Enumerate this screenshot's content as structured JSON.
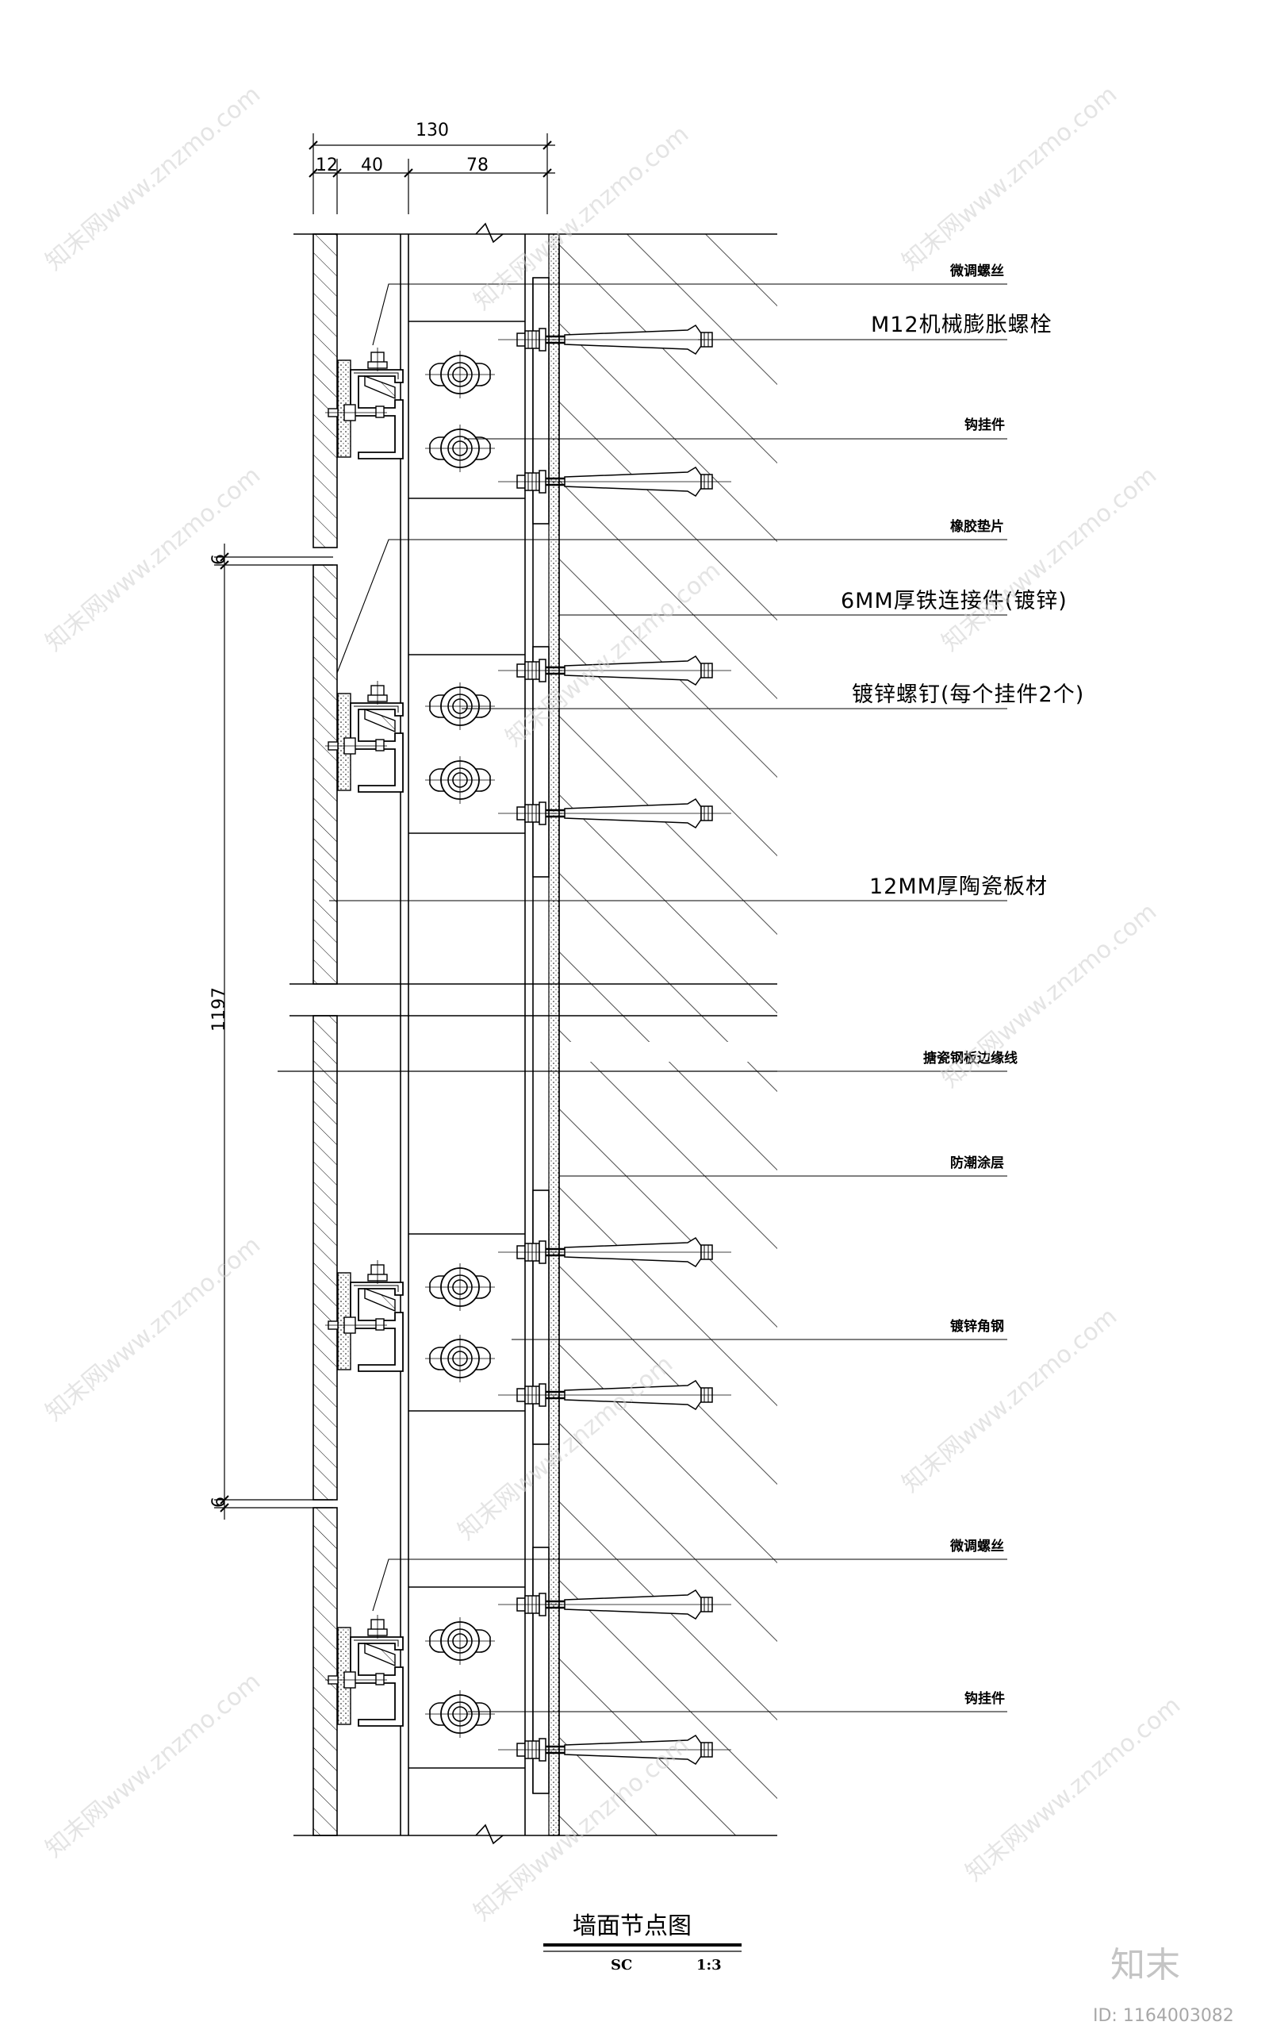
{
  "dimensions": {
    "total": "130",
    "seg1": "12",
    "seg2": "40",
    "seg3": "78",
    "height": "1197",
    "gap_top": "6",
    "gap_bottom": "6"
  },
  "labels": [
    {
      "id": "micro-screw-top",
      "text": "微调螺丝",
      "big": false
    },
    {
      "id": "m12-bolt",
      "text": "M12机械膨胀螺栓",
      "big": true
    },
    {
      "id": "hook-top",
      "text": "钩挂件",
      "big": false
    },
    {
      "id": "rubber-pad",
      "text": "橡胶垫片",
      "big": false
    },
    {
      "id": "connector-6mm",
      "text": "6MM厚铁连接件(镀锌)",
      "big": true
    },
    {
      "id": "galv-screw",
      "text": "镀锌螺钉(每个挂件2个)",
      "big": true
    },
    {
      "id": "ceramic-12mm",
      "text": "12MM厚陶瓷板材",
      "big": true
    },
    {
      "id": "edge-line",
      "text": "搪瓷钢板边缘线",
      "big": false
    },
    {
      "id": "moisture-coat",
      "text": "防潮涂层",
      "big": false
    },
    {
      "id": "galv-angle",
      "text": "镀锌角钢",
      "big": false
    },
    {
      "id": "micro-screw-bottom",
      "text": "微调螺丝",
      "big": false
    },
    {
      "id": "hook-bottom",
      "text": "钩挂件",
      "big": false
    }
  ],
  "title": {
    "name": "墙面节点图",
    "code": "SC",
    "scale": "1:3"
  },
  "watermark": {
    "text": "知末网www.znzmo.com",
    "logo": "知末",
    "image_id": "ID: 1164003082"
  }
}
